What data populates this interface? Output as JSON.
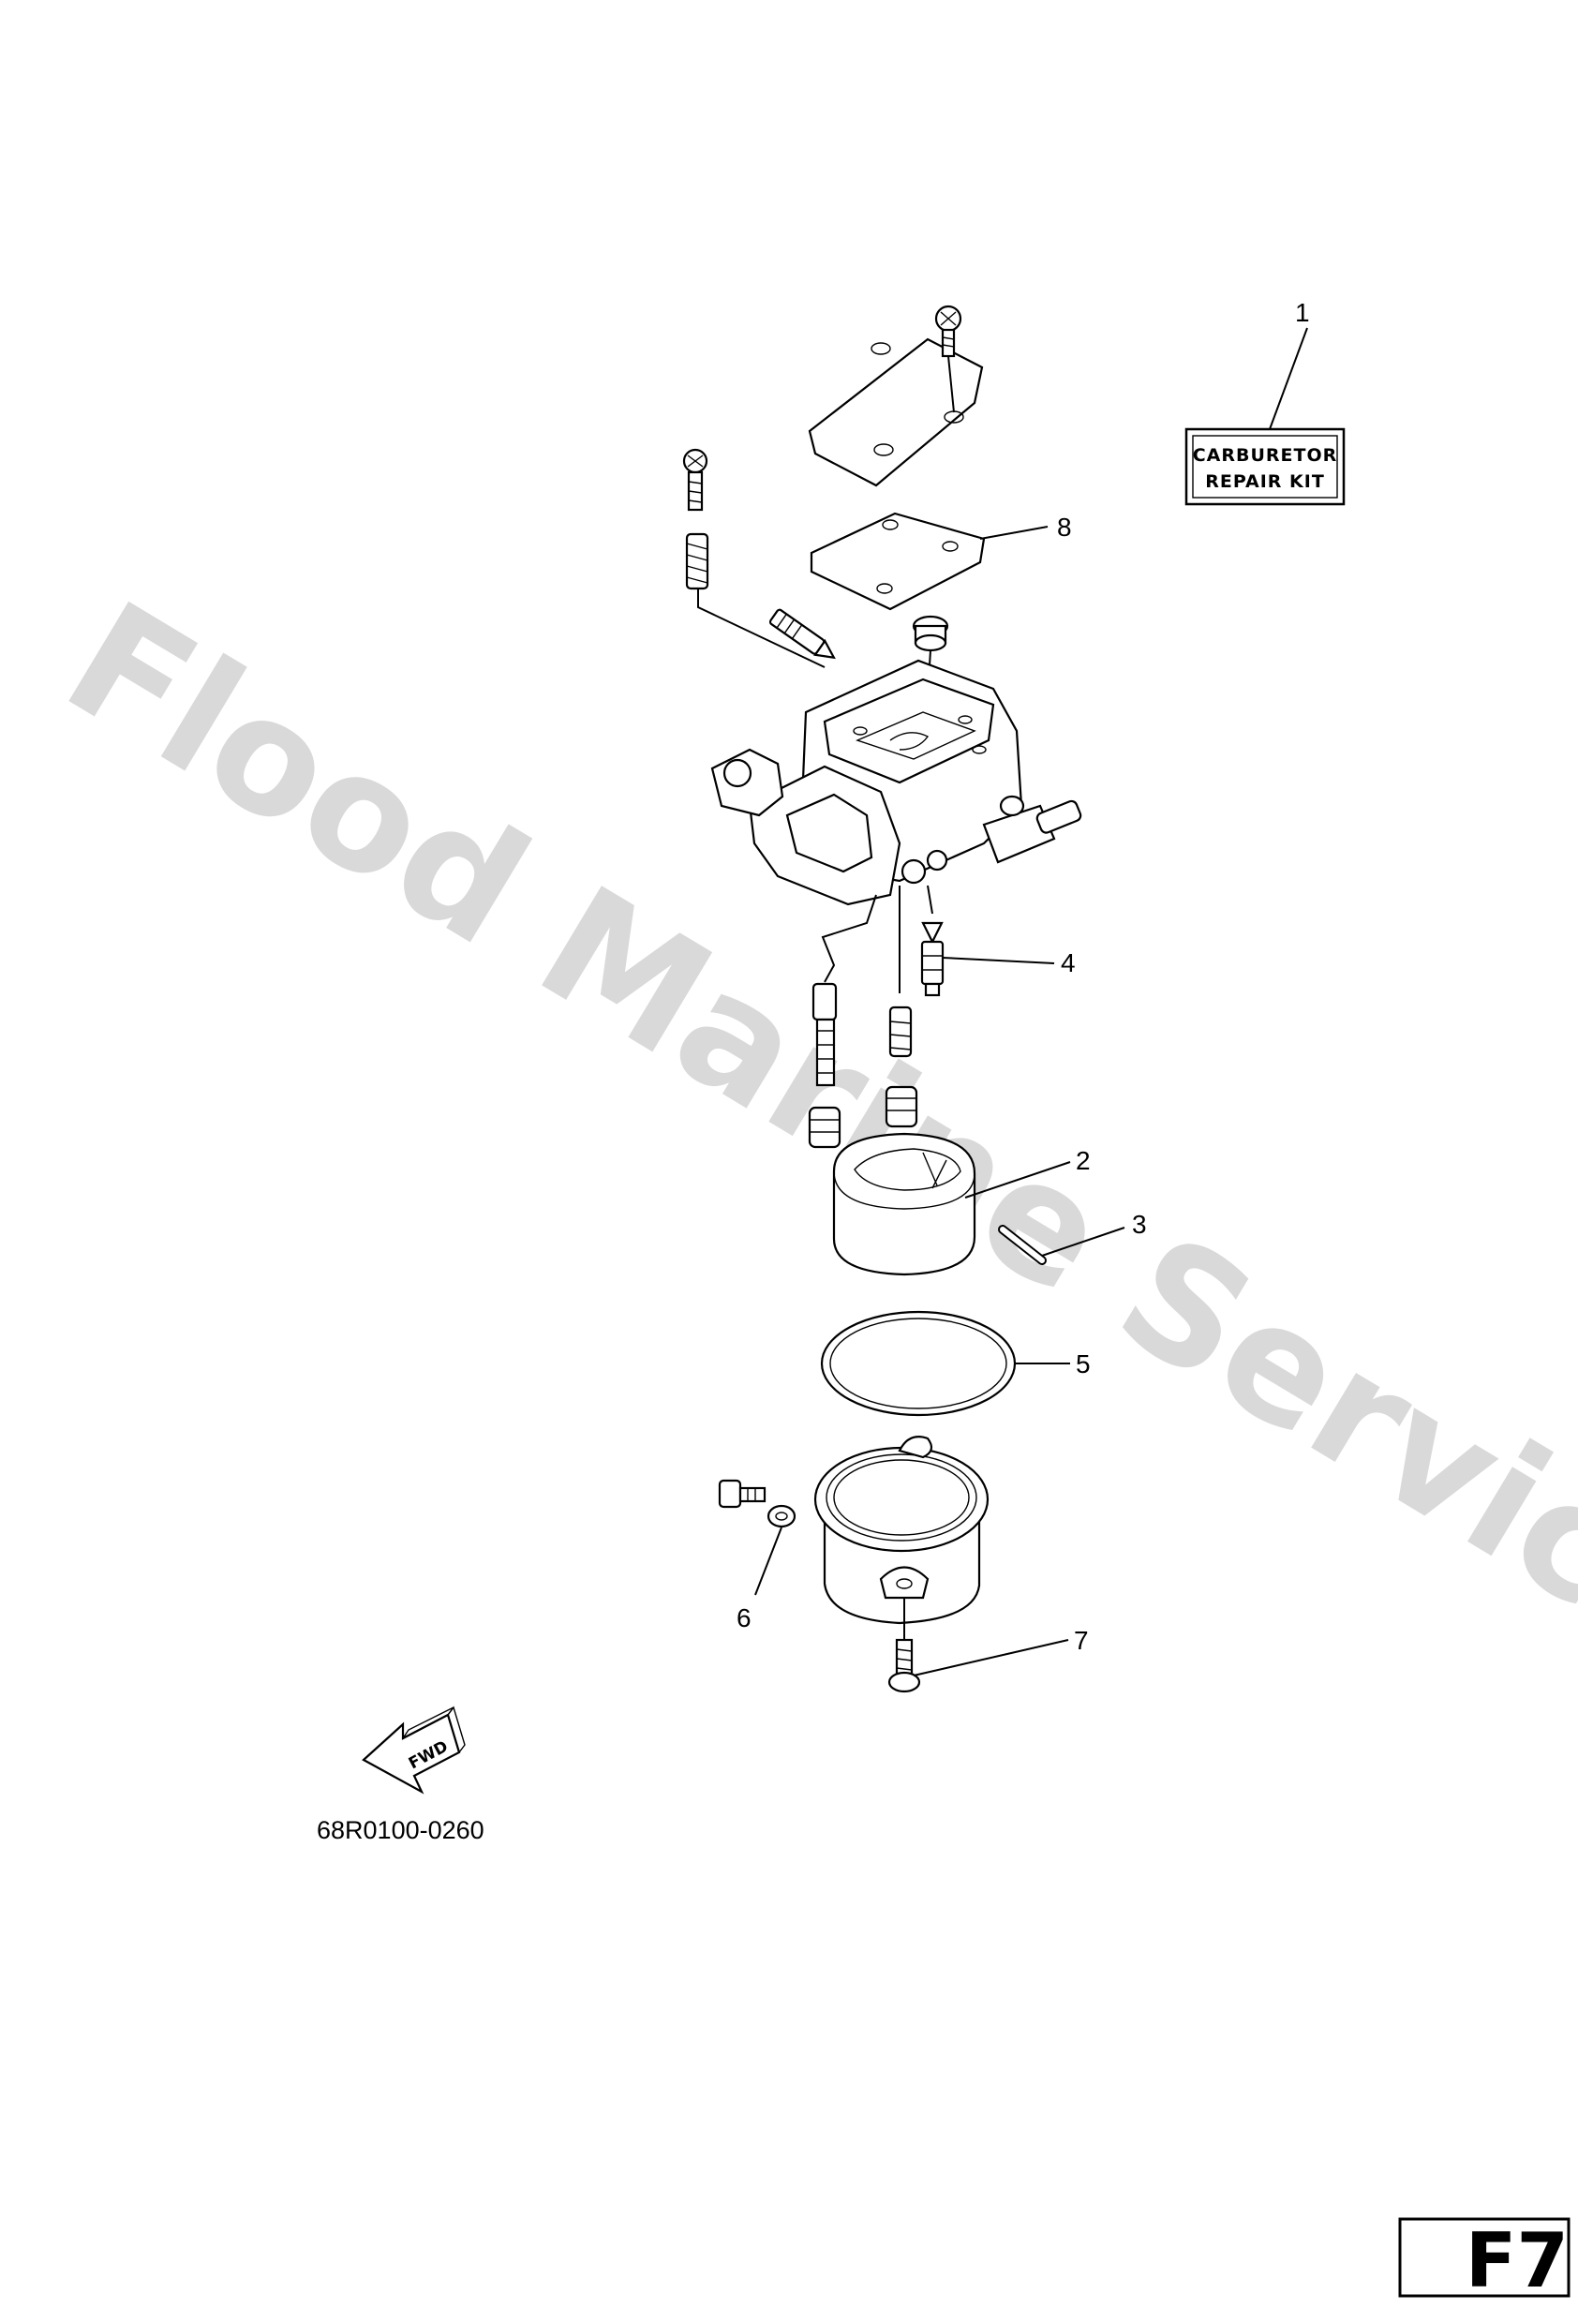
{
  "watermark": "Flood Marine Services",
  "callouts": {
    "c1": "1",
    "c2": "2",
    "c3": "3",
    "c4": "4",
    "c5": "5",
    "c6": "6",
    "c7": "7",
    "c8": "8"
  },
  "repair_kit": {
    "line1": "CARBURETOR",
    "line2": "REPAIR KIT"
  },
  "fwd_label": "FWD",
  "figure_code": "68R0100-0260",
  "page_label": "F7"
}
